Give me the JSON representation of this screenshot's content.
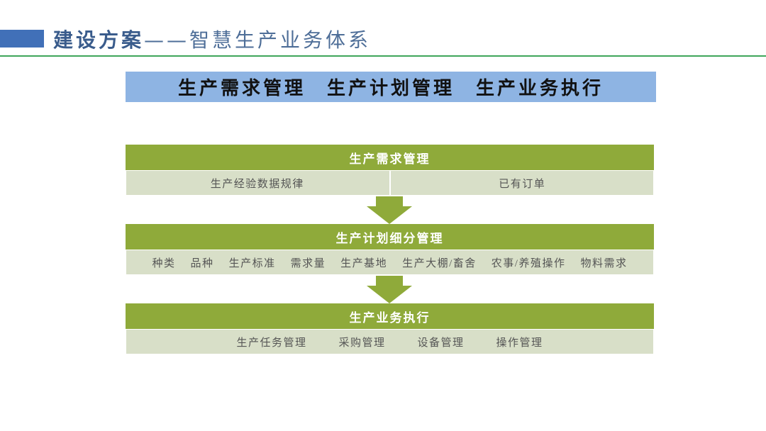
{
  "slide": {
    "title_strong": "建设方案",
    "title_rest": "——智慧生产业务体系"
  },
  "banner": {
    "items": [
      "生产需求管理",
      "生产计划管理",
      "生产业务执行"
    ]
  },
  "stages": [
    {
      "title": "生产需求管理",
      "items": [
        "生产经验数据规律",
        "已有订单"
      ]
    },
    {
      "title": "生产计划细分管理",
      "items": [
        "种类",
        "品种",
        "生产标准",
        "需求量",
        "生产基地",
        "生产大棚/畜舍",
        "农事/养殖操作",
        "物料需求"
      ]
    },
    {
      "title": "生产业务执行",
      "items": [
        "生产任务管理",
        "采购管理",
        "设备管理",
        "操作管理"
      ]
    }
  ],
  "icons": {
    "flow_arrow": "down-arrow-icon"
  },
  "colors": {
    "accent_blue": "#4170B8",
    "title_blue": "#3A5C8C",
    "title_gray_blue": "#4E6E98",
    "rule_green": "#3FA65B",
    "banner_blue": "#8EB4E3",
    "stage_green": "#8FAA3A",
    "band_green": "#D8DFC8"
  }
}
